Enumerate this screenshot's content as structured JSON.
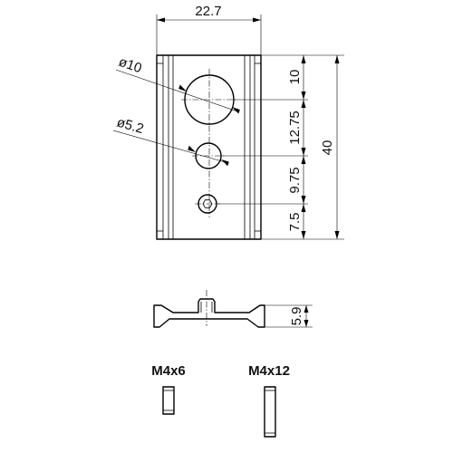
{
  "dimensions": {
    "width": "22.7",
    "height": "40",
    "hole_large_diameter": "ø10",
    "hole_small_diameter": "ø5.2",
    "hole1_offset": "10",
    "hole2_spacing": "12.75",
    "hole3_spacing": "9.75",
    "bottom_offset": "7.5",
    "profile_height": "5.9"
  },
  "screws": [
    {
      "label": "M4x6"
    },
    {
      "label": "M4x12"
    }
  ]
}
